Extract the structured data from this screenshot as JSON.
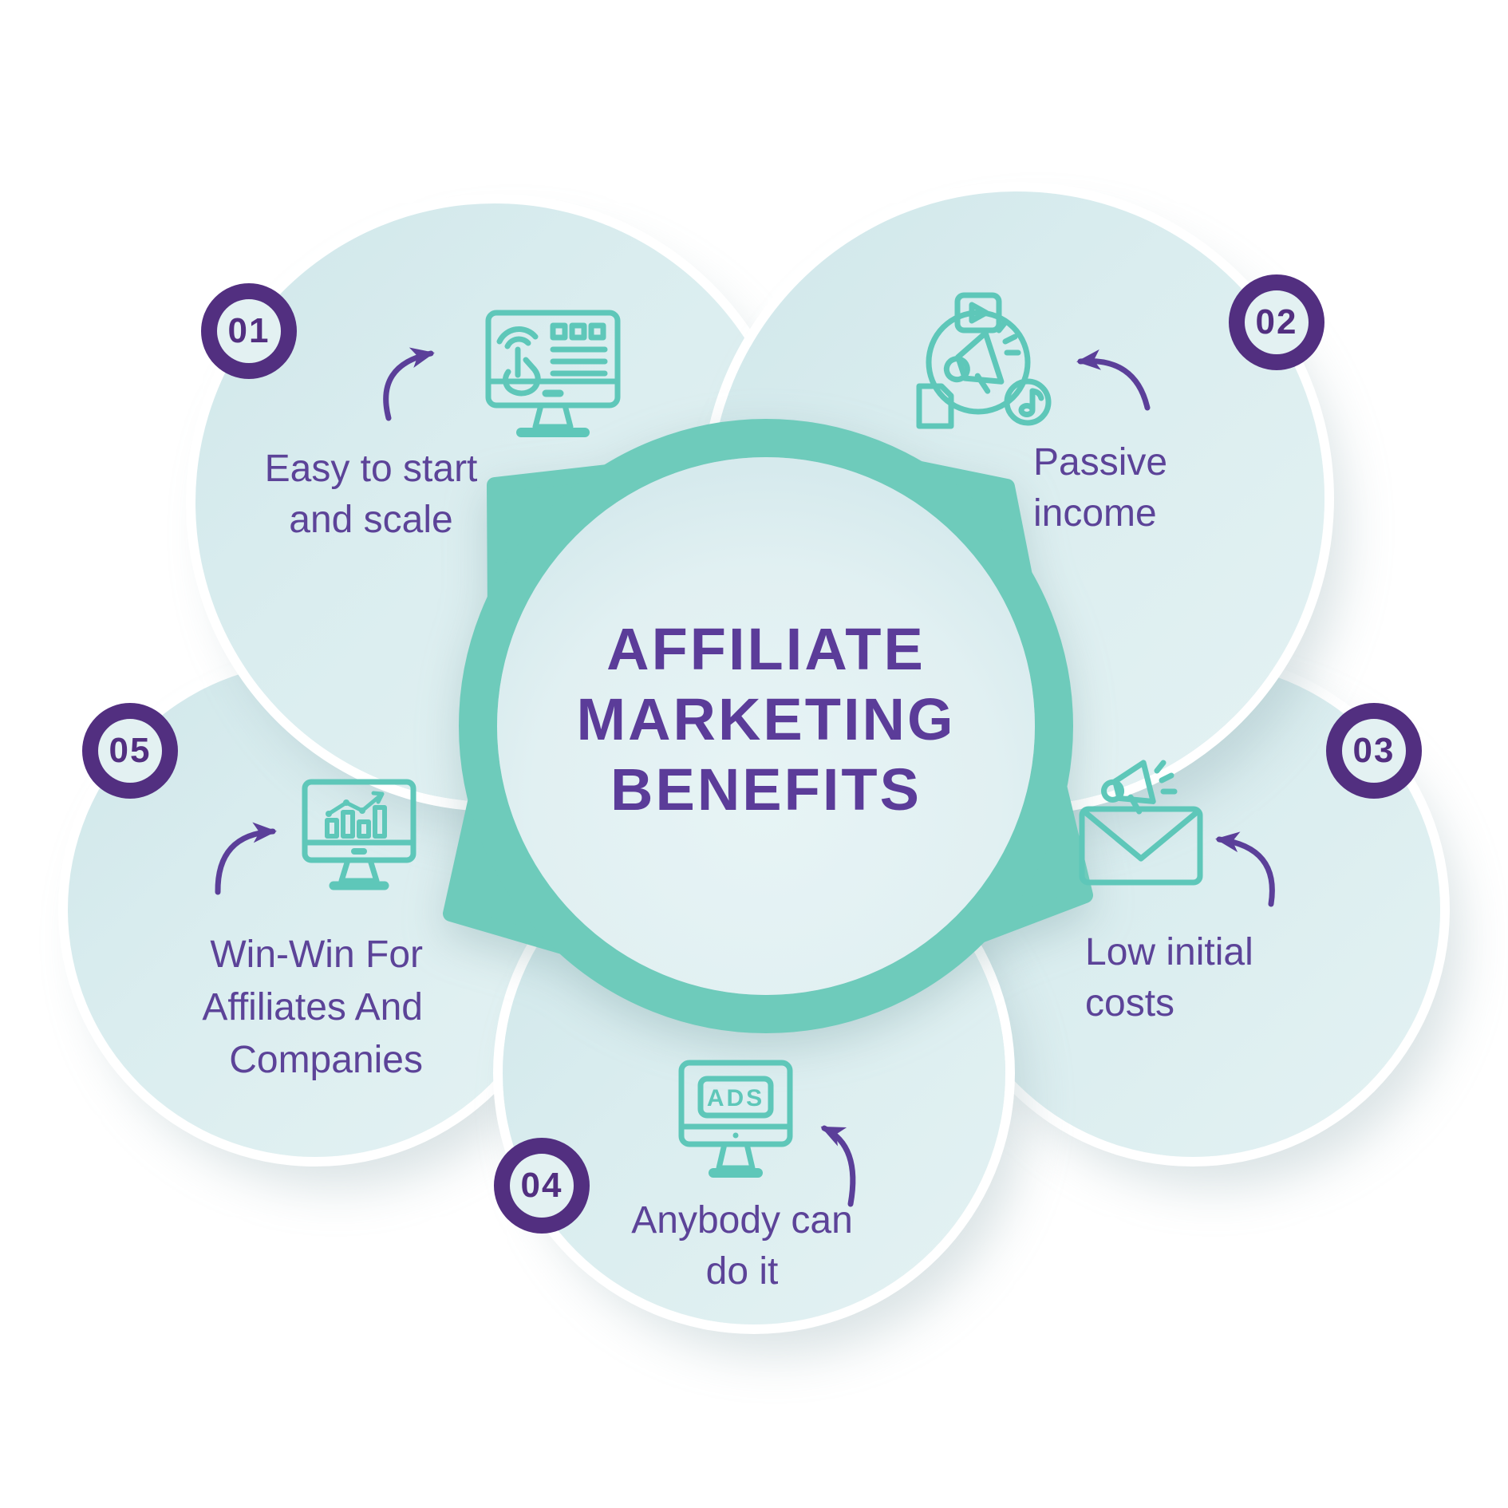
{
  "title": {
    "lines": [
      "AFFILIATE",
      "MARKETING",
      "BENEFITS"
    ]
  },
  "items": [
    {
      "number": "01",
      "icon": "monitor-click-icon",
      "lines": [
        "Easy to start",
        "and scale"
      ]
    },
    {
      "number": "02",
      "icon": "content-promotion-icon",
      "lines": [
        "Passive",
        "income"
      ]
    },
    {
      "number": "03",
      "icon": "email-megaphone-icon",
      "lines": [
        "Low initial",
        "costs"
      ]
    },
    {
      "number": "04",
      "icon": "ads-monitor-icon",
      "lines": [
        "Anybody can",
        "do it"
      ]
    },
    {
      "number": "05",
      "icon": "analytics-monitor-icon",
      "lines": [
        "Win-Win For",
        "Affiliates And",
        "Companies"
      ]
    }
  ],
  "icon_texts": {
    "ads": "ADS"
  },
  "colors": {
    "background": "#ffffff",
    "petal_circle_fill": "#d9ecee",
    "emblem_teal": "#6ecbbb",
    "emblem_inner_fill": "#e2f1f3",
    "icon_teal": "#5ec7b9",
    "badge_ring_purple": "#522f80",
    "number_purple": "#522f80",
    "title_purple": "#5b3c99",
    "label_purple": "#5c4398",
    "arrow_purple": "#5b3f99"
  }
}
